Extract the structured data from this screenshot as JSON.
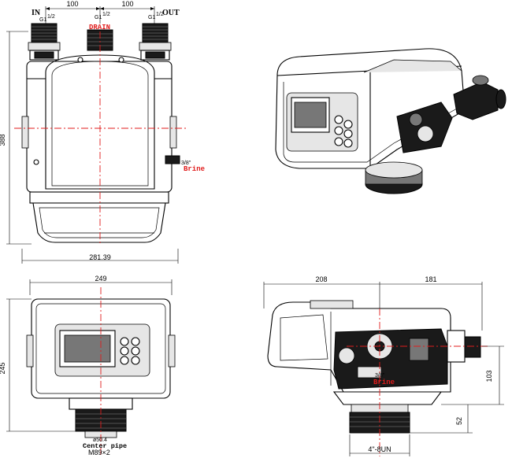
{
  "front_view": {
    "dim_top_left": "100",
    "dim_top_right": "100",
    "label_in": "IN",
    "label_out": "OUT",
    "label_drain": "DRAIN",
    "thread_in": "G1",
    "thread_drain": "G1",
    "thread_out": "G1",
    "thread_fraction": "1/2",
    "height_dim": "388",
    "width_dim": "281.39",
    "brine_size": "3/8\"",
    "brine_label": "Brine"
  },
  "bottom_view": {
    "width_dim": "249",
    "height_dim": "245",
    "pipe_dim": "ø50.4",
    "center_pipe_label": "Center pipe",
    "thread_label": "M89×2"
  },
  "side_view": {
    "dim_left": "208",
    "dim_right": "181",
    "brine_size": "3/8\"",
    "brine_label": "Brine",
    "dim_103": "103",
    "dim_52": "52",
    "thread_label": "4\"-8UN"
  },
  "colors": {
    "line": "#000000",
    "center_line": "#e01c1c",
    "label_red": "#e01c1c"
  }
}
